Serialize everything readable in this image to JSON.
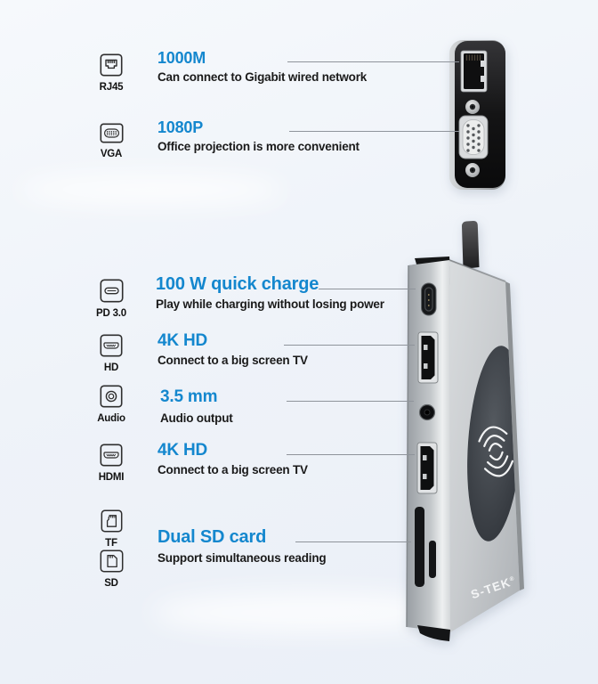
{
  "colors": {
    "accent_blue": "#1487ce",
    "body_text": "#1a1a1a",
    "leader_line": "#8f949b",
    "background": "#eff3f9"
  },
  "features": [
    {
      "icon": "rj45-port-icon",
      "icon_label": "RJ45",
      "title": "1000M",
      "description": "Can connect to Gigabit wired network"
    },
    {
      "icon": "vga-port-icon",
      "icon_label": "VGA",
      "title": "1080P",
      "description": "Office projection is more convenient"
    },
    {
      "icon": "usb-c-port-icon",
      "icon_label": "PD 3.0",
      "title": "100 W quick charge",
      "description": "Play while charging without losing power"
    },
    {
      "icon": "hdmi-port-icon",
      "icon_label": "HD",
      "title": "4K HD",
      "description": "Connect to a big screen TV"
    },
    {
      "icon": "audio-jack-icon",
      "icon_label": "Audio",
      "title": "3.5 mm",
      "description": "Audio output"
    },
    {
      "icon": "hdmi-port-icon",
      "icon_label": "HDMI",
      "title": "4K HD",
      "description": "Connect to a big screen TV"
    },
    {
      "icon": "tf-sd-card-icons",
      "icon_label": "TF",
      "icon_label2": "SD",
      "title": "Dual SD card",
      "description": "Support simultaneous reading"
    }
  ],
  "device": {
    "brand": "S-TEK",
    "registered_mark": "®"
  }
}
